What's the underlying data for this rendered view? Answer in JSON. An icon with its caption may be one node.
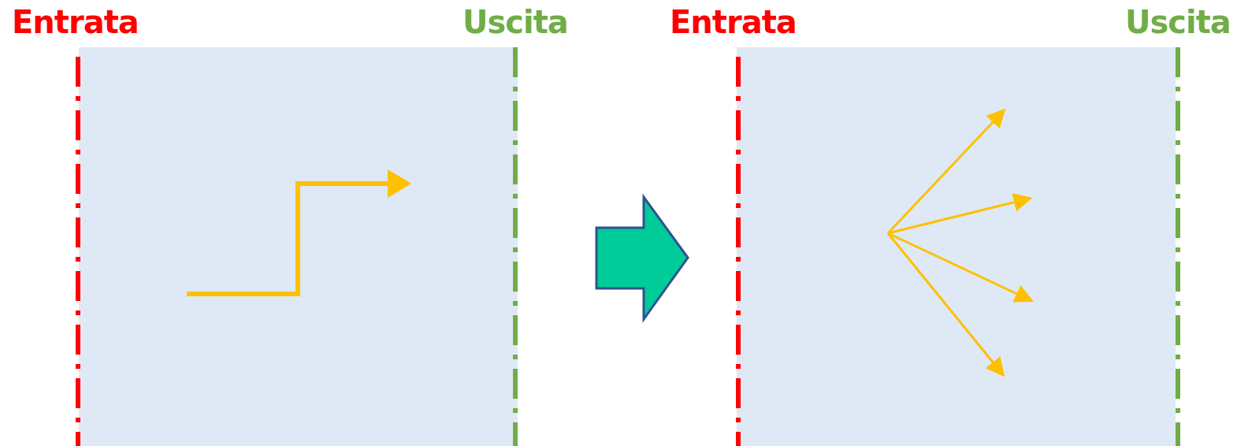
{
  "diagram": {
    "labels": [
      "Entrata",
      "Uscita",
      "Entrata",
      "Uscita"
    ]
  }
}
